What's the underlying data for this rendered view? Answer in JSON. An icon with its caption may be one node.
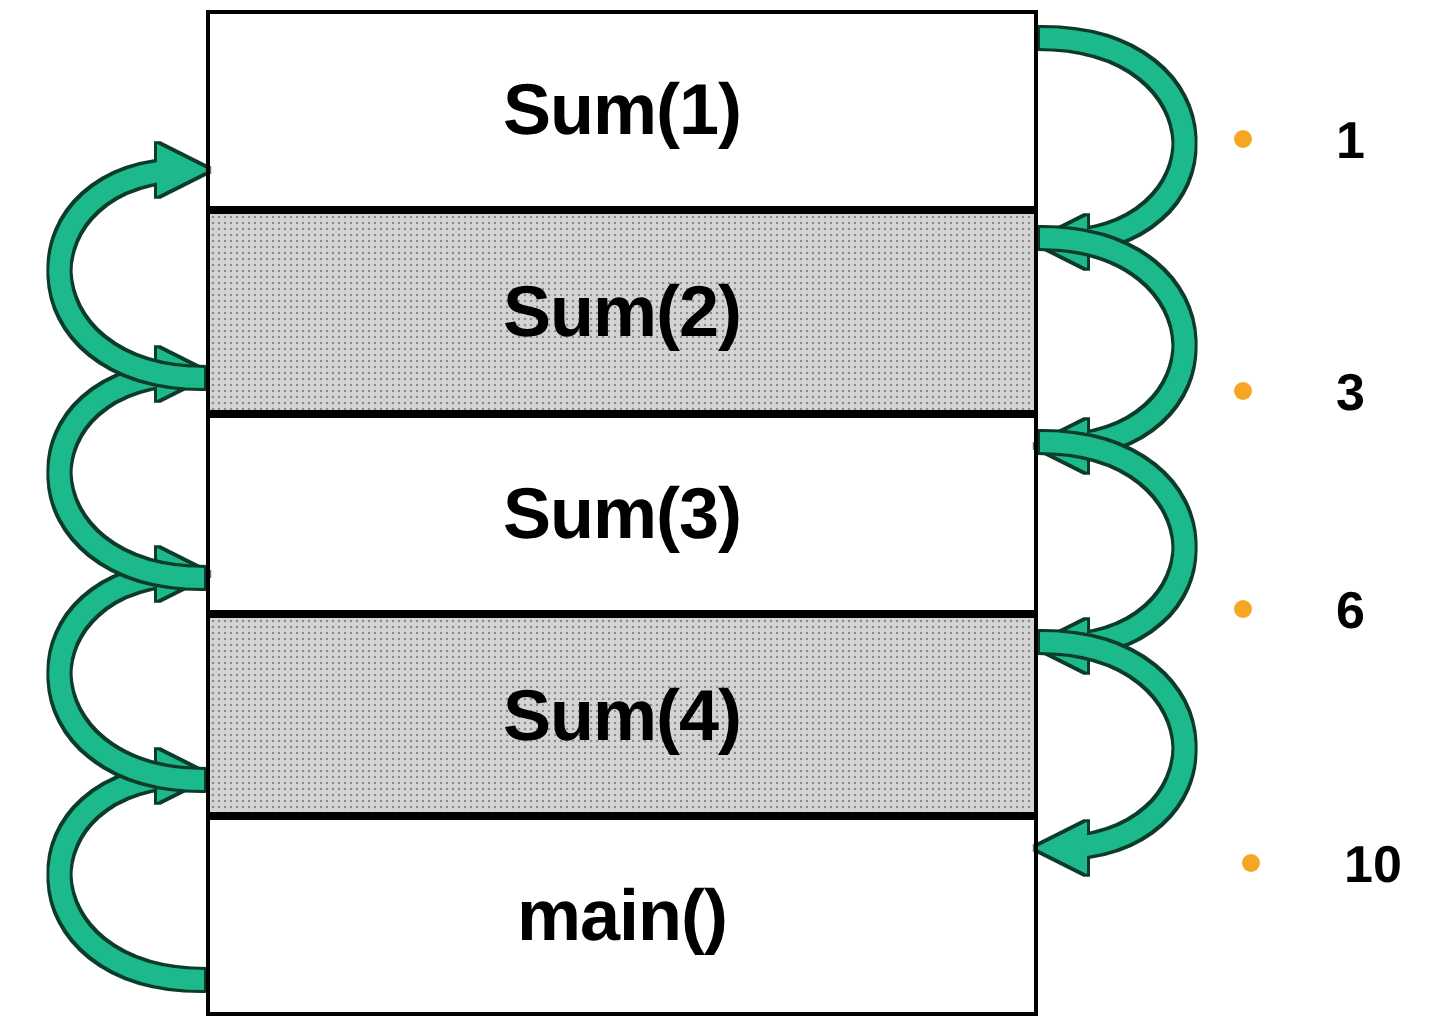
{
  "diagram": {
    "nodes": [
      {
        "text": [
          "Sum(1)"
        ]
      },
      {
        "text": [
          "Sum(2)"
        ]
      },
      {
        "text": [
          "Sum(3)"
        ]
      },
      {
        "text": [
          "Sum(4)"
        ]
      },
      {
        "text": [
          "main()"
        ]
      }
    ],
    "edges": [
      {
        "from": 4,
        "to": 3,
        "arrow": "to"
      },
      {
        "from": 3,
        "to": 2,
        "arrow": "to"
      },
      {
        "from": 2,
        "to": 1,
        "arrow": "to"
      },
      {
        "from": 1,
        "to": 0,
        "arrow": "to"
      },
      {
        "from": 0,
        "to": 1,
        "arrow": "to"
      },
      {
        "from": 1,
        "to": 2,
        "arrow": "to"
      },
      {
        "from": 2,
        "to": 3,
        "arrow": "to"
      },
      {
        "from": 3,
        "to": 4,
        "arrow": "to"
      }
    ],
    "labels": [
      "1",
      "3",
      "6",
      "10"
    ]
  }
}
